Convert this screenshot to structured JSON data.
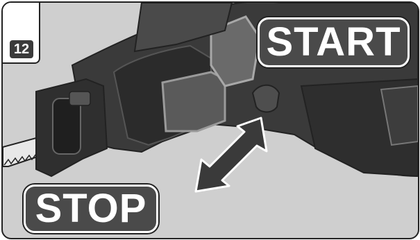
{
  "step": {
    "number": "12"
  },
  "labels": {
    "start": "START",
    "stop": "STOP"
  },
  "icons": {
    "arrow": "double-arrow-icon",
    "tool": "reciprocating-saw"
  },
  "colors": {
    "background": "#cfcfcf",
    "label_fill": "#4a4a4a",
    "arrow": "#3a3a3a",
    "tool_dark": "#2e2e2e"
  }
}
